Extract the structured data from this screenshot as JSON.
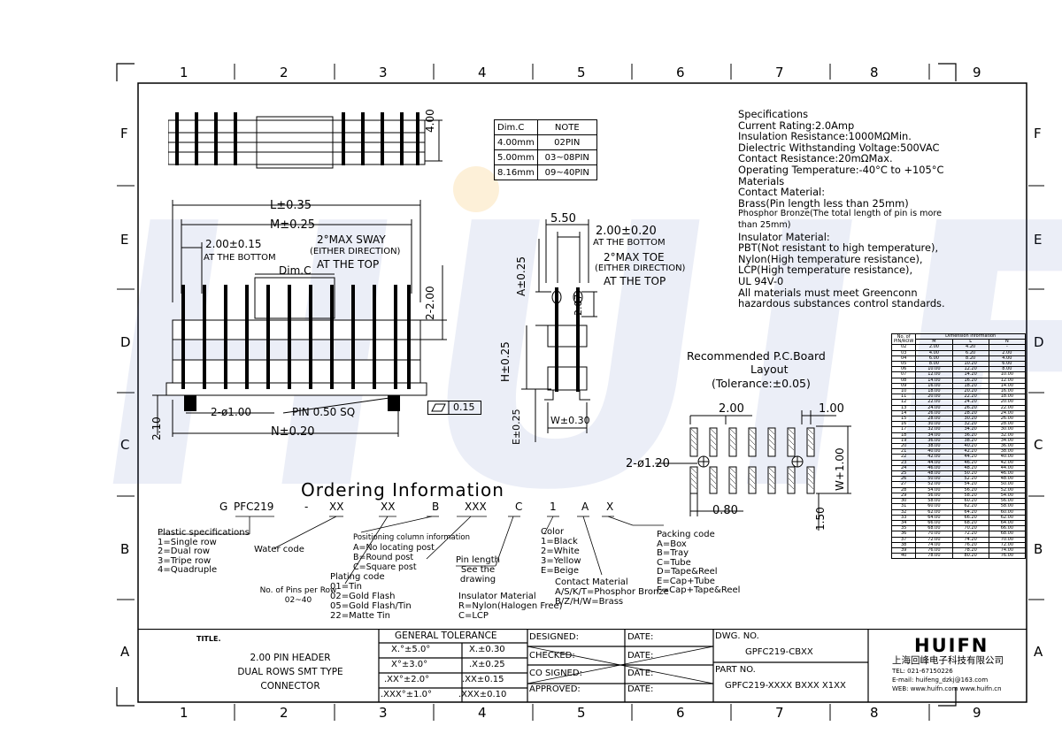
{
  "zones_top": [
    "1",
    "2",
    "3",
    "4",
    "5",
    "6",
    "7",
    "8",
    "9"
  ],
  "zones_side": [
    "F",
    "E",
    "D",
    "C",
    "B",
    "A"
  ],
  "watermark": "HUIFN",
  "note_table": {
    "header": [
      "Dim.C",
      "NOTE"
    ],
    "rows": [
      [
        "4.00mm",
        "02PIN"
      ],
      [
        "5.00mm",
        "03~08PIN"
      ],
      [
        "8.16mm",
        "09~40PIN"
      ]
    ]
  },
  "specs": [
    "Specifications",
    "Current Rating:2.0Amp",
    "Insulation Resistance:1000MΩMin.",
    "Dielectric Withstanding Voltage:500VAC",
    "Contact Resistance:20mΩMax.",
    "Operating Temperature:-40°C to +105°C",
    "Materials",
    "Contact Material:",
    "Brass(Pin length less than 25mm)",
    "Phosphor Bronze(The total length of pin is more",
    "than 25mm)",
    "Insulator Material:",
    "PBT(Not resistant to high temperature),",
    "Nylon(High temperature resistance),",
    "LCP(High temperature resistance),",
    "UL 94V-0",
    "All materials must meet Greenconn",
    "hazardous substances control standards."
  ],
  "front_view": {
    "L": "L±0.35",
    "M": "M±0.25",
    "pitch": "2.00±0.15",
    "at_bottom": "AT THE BOTTOM",
    "sway1": "2°MAX SWAY",
    "sway2": "(EITHER DIRECTION)",
    "sway3": "AT THE TOP",
    "dimc": "Dim.C",
    "h200": "2-2.00",
    "hole": "2-ø1.00",
    "pin": "PIN 0.50 SQ",
    "N": "N±0.20",
    "h210": "2.10",
    "flat": "0.15",
    "top400": "4.00"
  },
  "side_view": {
    "w550": "5.50",
    "p200": "2.00±0.20",
    "at_bottom": "AT THE BOTTOM",
    "toe1": "2°MAX TOE",
    "toe2": "(EITHER DIRECTION)",
    "toe3": "AT THE TOP",
    "A": "A±0.25",
    "h287": "2.87",
    "H": "H±0.25",
    "E": "E±0.25",
    "W": "W±0.30"
  },
  "pcb": {
    "title1": "Recommended P.C.Board",
    "title2": "Layout",
    "title3": "(Tolerance:±0.05)",
    "p200": "2.00",
    "p100": "1.00",
    "hole": "2-ø1.20",
    "w": "W+1.00",
    "p080": "0.80",
    "p150": "1.50"
  },
  "ordering": {
    "title": "Ordering Information",
    "code": [
      "G",
      "PFC219",
      "-",
      "XX",
      "XX",
      "B",
      "XXX",
      "C",
      "1",
      "A",
      "X"
    ],
    "plastic": [
      "Plastic specifications",
      "1=Single row",
      "2=Dual row",
      "3=Tripe row",
      "4=Quadruple"
    ],
    "water": "Water code",
    "pins": [
      "No. of Pins per Row",
      "02~40"
    ],
    "positioning": [
      "Positioning column information",
      "A=No locating post",
      "B=Round post",
      "C=Square post"
    ],
    "plating": [
      "Plating code",
      "01=Tin",
      "02=Gold Flash",
      "05=Gold Flash/Tin",
      "22=Matte Tin"
    ],
    "pinlen": [
      "Pin length",
      "See the drawing"
    ],
    "insulator": [
      "Insulator Material",
      "R=Nylon(Halogen Free)",
      "C=LCP"
    ],
    "color": [
      "Color",
      "1=Black",
      "2=White",
      "3=Yellow",
      "E=Beige"
    ],
    "contact": [
      "Contact Material",
      "A/S/K/T=Phosphor Bronze",
      "B/Z/H/W=Brass"
    ],
    "packing": [
      "Packing code",
      "A=Box",
      "B=Tray",
      "C=Tube",
      "D=Tape&Reel",
      "E=Cap+Tube",
      "F=Cap+Tape&Reel"
    ]
  },
  "dim_table": {
    "h1": "No. of PIN/ROW",
    "h2": "Dimension Information",
    "cols": [
      "M",
      "L",
      "N"
    ],
    "rows": [
      [
        "02",
        "2.00",
        "4.20",
        "-"
      ],
      [
        "03",
        "4.00",
        "6.20",
        "2.00"
      ],
      [
        "04",
        "6.00",
        "8.20",
        "4.00"
      ],
      [
        "05",
        "8.00",
        "10.20",
        "6.00"
      ],
      [
        "06",
        "10.00",
        "12.20",
        "8.00"
      ],
      [
        "07",
        "12.00",
        "14.20",
        "10.00"
      ],
      [
        "08",
        "14.00",
        "16.20",
        "12.00"
      ],
      [
        "09",
        "16.00",
        "18.20",
        "14.00"
      ],
      [
        "10",
        "18.00",
        "20.20",
        "16.00"
      ],
      [
        "11",
        "20.00",
        "22.20",
        "18.00"
      ],
      [
        "12",
        "22.00",
        "24.20",
        "20.00"
      ],
      [
        "13",
        "24.00",
        "26.20",
        "22.00"
      ],
      [
        "14",
        "26.00",
        "28.20",
        "24.00"
      ],
      [
        "15",
        "28.00",
        "30.20",
        "26.00"
      ],
      [
        "16",
        "30.00",
        "32.20",
        "28.00"
      ],
      [
        "17",
        "32.00",
        "34.20",
        "30.00"
      ],
      [
        "18",
        "34.00",
        "36.20",
        "32.00"
      ],
      [
        "19",
        "36.00",
        "38.20",
        "34.00"
      ],
      [
        "20",
        "38.00",
        "40.20",
        "36.00"
      ],
      [
        "21",
        "40.00",
        "42.20",
        "38.00"
      ],
      [
        "22",
        "42.00",
        "44.20",
        "40.00"
      ],
      [
        "23",
        "44.00",
        "46.20",
        "42.00"
      ],
      [
        "24",
        "46.00",
        "48.20",
        "44.00"
      ],
      [
        "25",
        "48.00",
        "50.20",
        "46.00"
      ],
      [
        "26",
        "50.00",
        "52.20",
        "48.00"
      ],
      [
        "27",
        "52.00",
        "54.20",
        "50.00"
      ],
      [
        "28",
        "54.00",
        "56.20",
        "52.00"
      ],
      [
        "29",
        "56.00",
        "58.20",
        "54.00"
      ],
      [
        "30",
        "58.00",
        "60.20",
        "56.00"
      ],
      [
        "31",
        "60.00",
        "62.20",
        "58.00"
      ],
      [
        "32",
        "62.00",
        "64.20",
        "60.00"
      ],
      [
        "33",
        "64.00",
        "66.20",
        "62.00"
      ],
      [
        "34",
        "66.00",
        "68.20",
        "64.00"
      ],
      [
        "35",
        "68.00",
        "70.20",
        "66.00"
      ],
      [
        "36",
        "70.00",
        "72.20",
        "68.00"
      ],
      [
        "37",
        "72.00",
        "74.20",
        "70.00"
      ],
      [
        "38",
        "74.00",
        "76.20",
        "72.00"
      ],
      [
        "39",
        "76.00",
        "78.20",
        "74.00"
      ],
      [
        "40",
        "78.00",
        "80.20",
        "76.00"
      ]
    ]
  },
  "title_block": {
    "title_label": "TITLE.",
    "title_lines": [
      "2.00 PIN HEADER",
      "DUAL ROWS SMT TYPE",
      "CONNECTOR"
    ],
    "gt_header": "GENERAL TOLERANCE",
    "gt_rows": [
      [
        "X.°±5.0°",
        "X.±0.30"
      ],
      [
        "X°±3.0°",
        ".X±0.25"
      ],
      [
        ".XX°±2.0°",
        ".XX±0.15"
      ],
      [
        ".XXX°±1.0°",
        ".XXX±0.10"
      ]
    ],
    "signs": [
      "DESIGNED:",
      "CHECKED:",
      "CO SIGNED:",
      "APPROVED:"
    ],
    "date": "DATE:",
    "dwg_label": "DWG. NO.",
    "dwg_no": "GPFC219-CBXX",
    "part_label": "PART NO.",
    "part_no": "GPFC219-XXXX BXXX X1XX",
    "company_logo": "HUIFN",
    "company_cn": "上海回峰电子科技有限公司",
    "tel": "TEL: 021-67150226",
    "email": "E-mail: huifeng_dzkj@163.com",
    "web": "WEB: www.huifn.com  www.huifn.cn"
  }
}
